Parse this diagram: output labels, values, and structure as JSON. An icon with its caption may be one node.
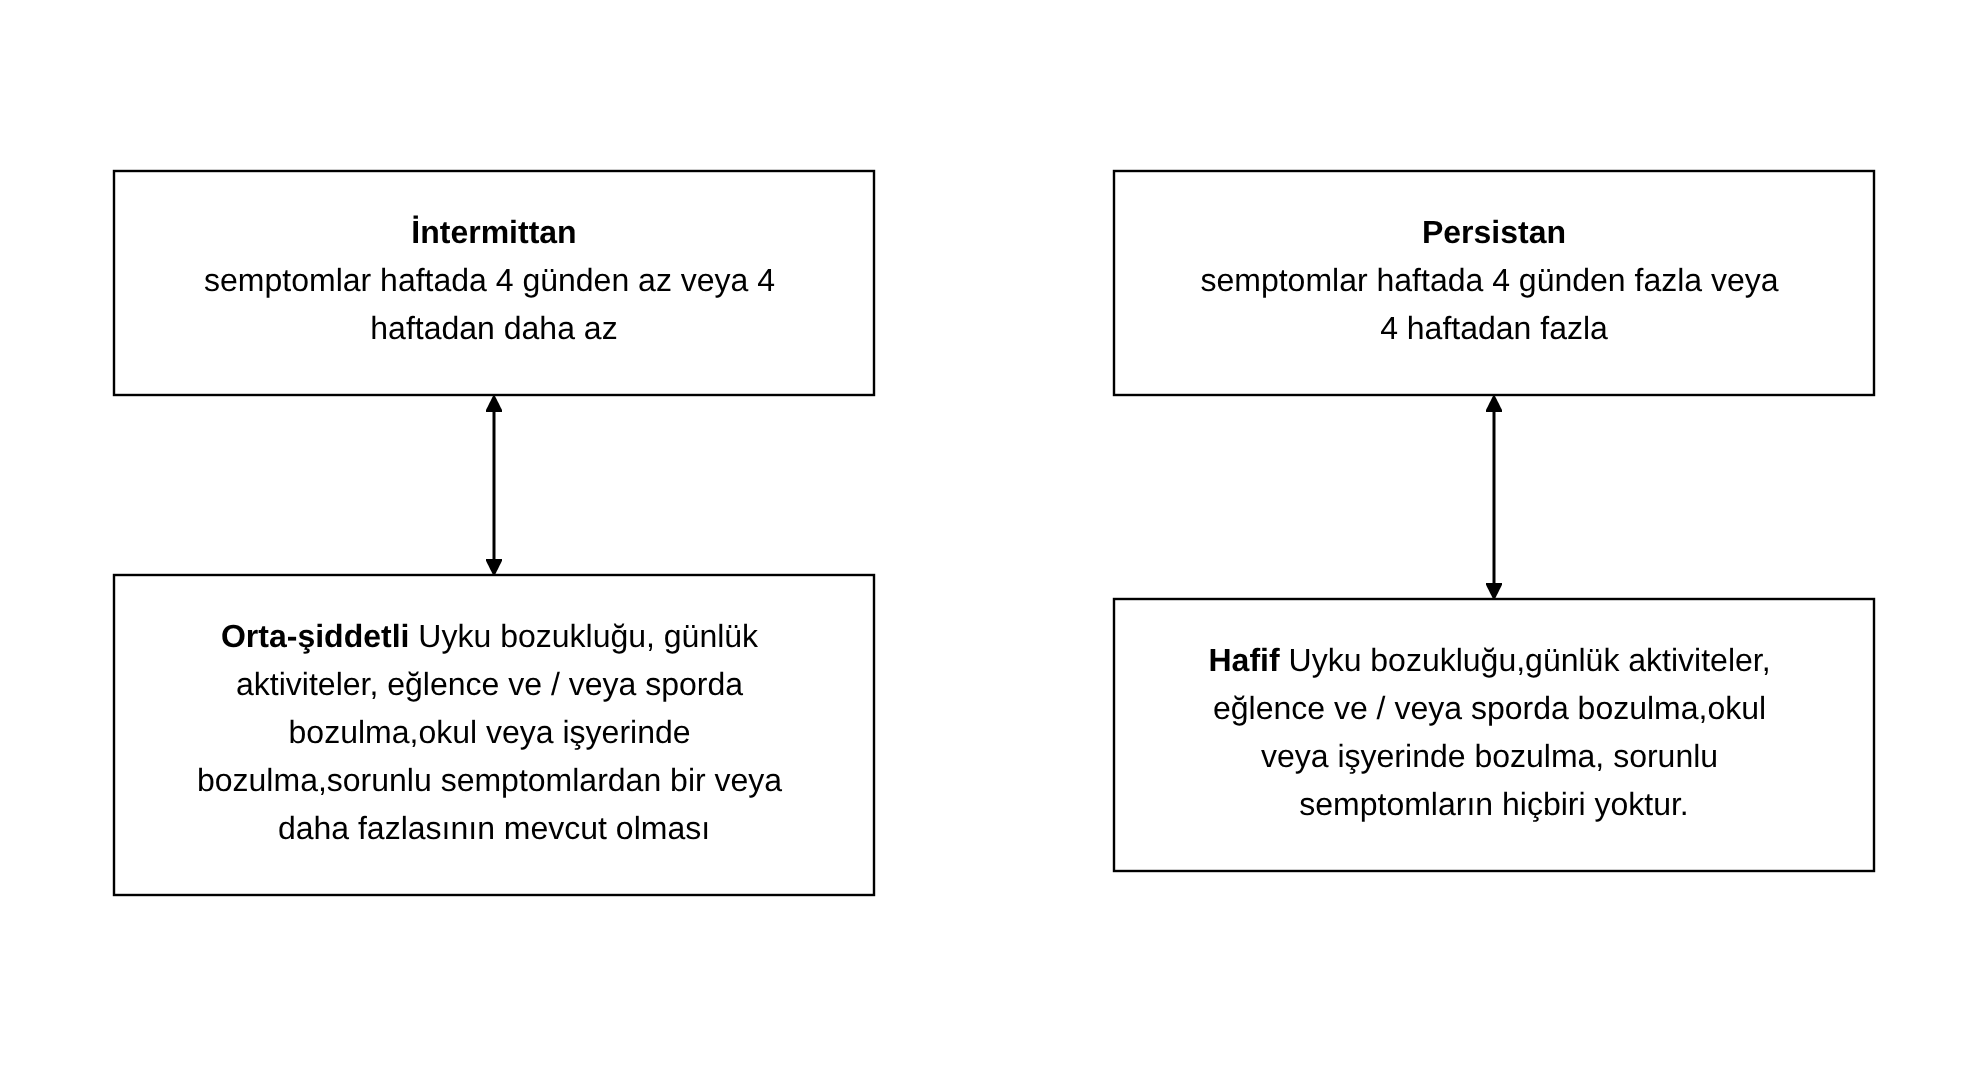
{
  "diagram": {
    "nodes": [
      {
        "text": [
          "İntermittan",
          "semptomlar haftada 4 günden az veya 4 haftadan daha az"
        ]
      },
      {
        "text": [
          "Persistan",
          "semptomlar haftada 4 günden fazla veya 4 haftadan fazla"
        ]
      },
      {
        "text": [
          "Hafif",
          "Uyku bozukluğu,günlük aktiviteler, eğlence ve / veya sporda bozulma,okul veya işyerinde bozulma, sorunlu semptomların hiçbiri yoktur."
        ]
      },
      {
        "text": [
          "Orta-şiddetli",
          "Uyku bozukluğu, günlük aktiviteler, eğlence ve / veya sporda bozulma,okul veya işyerinde bozulma,sorunlu semptomlardan bir veya daha fazlasının mevcut olması"
        ]
      }
    ],
    "edges": [
      {
        "from": 0,
        "to": 3,
        "arrow": "both"
      },
      {
        "from": 1,
        "to": 2,
        "arrow": "both"
      }
    ]
  }
}
